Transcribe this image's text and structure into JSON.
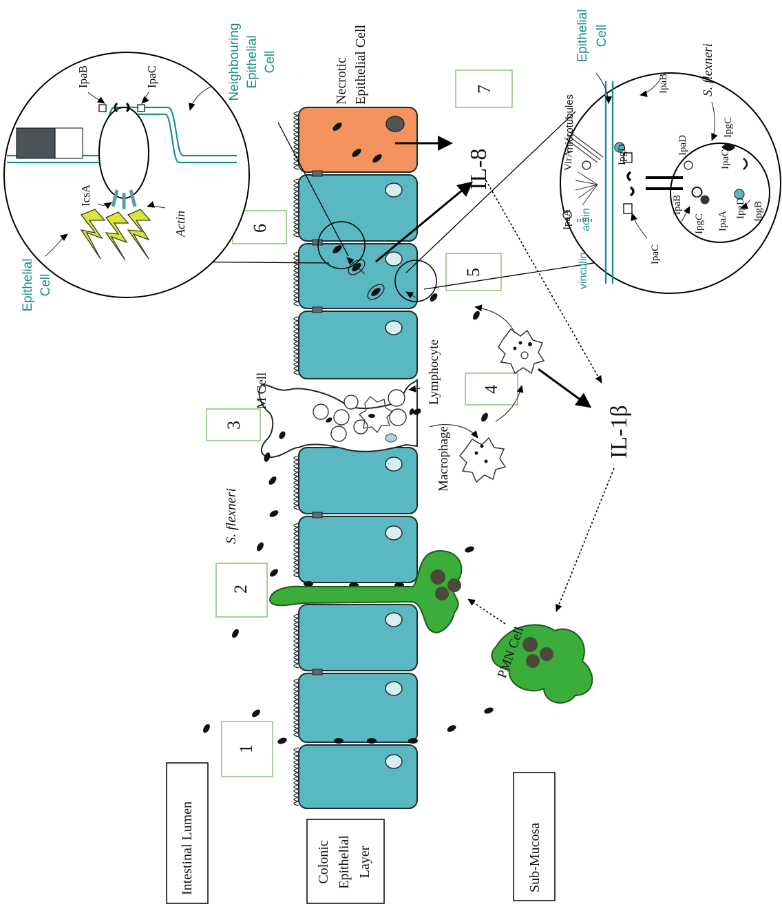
{
  "regions": {
    "intestinal_lumen": "Intestinal Lumen",
    "colonic_epithelial_layer": [
      "Colonic",
      "Epithelial",
      "Layer"
    ],
    "sub_mucosa": "Sub-Mucosa"
  },
  "steps": [
    "1",
    "2",
    "3",
    "4",
    "5",
    "6",
    "7"
  ],
  "cells": {
    "necrotic": [
      "Necrotic",
      "Epithelial Cell"
    ],
    "m_cell": "M Cell",
    "lymphocyte": "Lymphocyte",
    "macrophage": "Macrophage",
    "pmn": "PMN Cell",
    "s_flexneri_lumen": "S. flexneri"
  },
  "cytokines": {
    "il8": "IL-8",
    "il1b": "IL-1β"
  },
  "inset_left": {
    "epithelial_cell": [
      "Epithelial",
      "Cell"
    ],
    "neighbouring": [
      "Neighbouring",
      "Epithelial",
      "Cell"
    ],
    "ipab": "IpaB",
    "ipac": "IpaC",
    "icsa": "IcsA",
    "actin": "Actin"
  },
  "inset_right": {
    "epithelial_cell": [
      "Epithelial",
      "Cell"
    ],
    "s_flexneri": "S. flexneri",
    "virA": "VirA",
    "microtubules": "microtubules",
    "ipab_top": "IpaB",
    "ipgd_top": "IpgD",
    "ipad": "IpaD",
    "ipgc_right": "IpgC",
    "ipac_right": "IpaC",
    "ipaa_left": "IpaA",
    "actin": "actin",
    "vinculin": "vinculin",
    "ipac_left": "IpaC",
    "ipab_mid": "IpaB",
    "ipgc_mid": "IpgC",
    "ipaa_mid": "IpaA",
    "ipgd_mid": "IpgD",
    "ipgb": "IpgB"
  },
  "colors": {
    "epithelial": "#5ab8c3",
    "necrotic": "#f4935e",
    "pmn": "#3aad3a",
    "teal_label": "#1a8f8a",
    "actin": "#d7e63a"
  }
}
